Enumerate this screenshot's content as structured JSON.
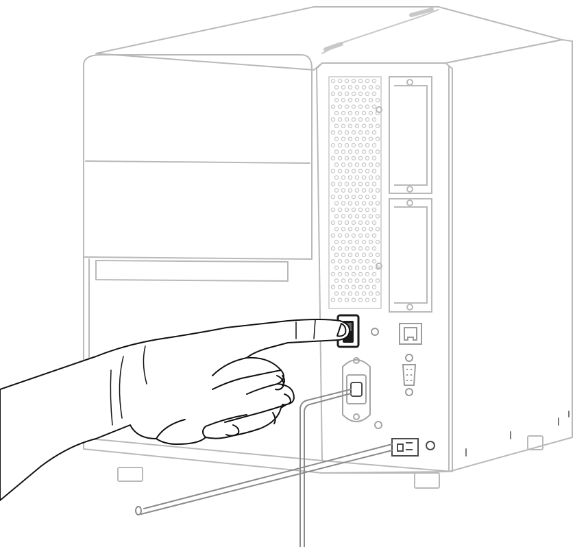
{
  "figure": {
    "colors": {
      "printer_outline": "#b9b9b9",
      "printer_detail": "#c8c8c8",
      "switch": "#1a1a1a",
      "hand": "#111111",
      "cable": "#9a9a9a",
      "background": "#ffffff"
    },
    "icons": [
      "printer-body",
      "ventilation-grille",
      "power-switch",
      "ethernet-port",
      "serial-port",
      "power-socket",
      "usb-port",
      "pointing-hand",
      "power-cable"
    ]
  }
}
